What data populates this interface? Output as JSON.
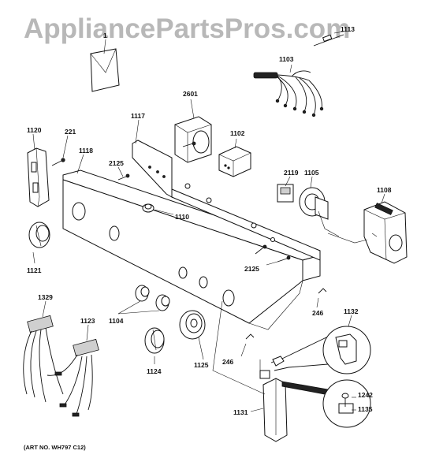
{
  "watermark": "AppliancePartsPros.com",
  "art_number": "(ART NO. WH797 C12)",
  "parts": [
    {
      "id": "p1",
      "label": "1"
    },
    {
      "id": "p1113",
      "label": "1113"
    },
    {
      "id": "p1103",
      "label": "1103"
    },
    {
      "id": "p2601",
      "label": "2601"
    },
    {
      "id": "p1117",
      "label": "1117"
    },
    {
      "id": "p1102",
      "label": "1102"
    },
    {
      "id": "p1120",
      "label": "1120"
    },
    {
      "id": "p221",
      "label": "221"
    },
    {
      "id": "p1118",
      "label": "1118"
    },
    {
      "id": "p2125a",
      "label": "2125"
    },
    {
      "id": "p2119",
      "label": "2119"
    },
    {
      "id": "p1105",
      "label": "1105"
    },
    {
      "id": "p1108",
      "label": "1108"
    },
    {
      "id": "p1110",
      "label": "1110"
    },
    {
      "id": "p2125b",
      "label": "2125"
    },
    {
      "id": "p1121",
      "label": "1121"
    },
    {
      "id": "p1329",
      "label": "1329"
    },
    {
      "id": "p1123",
      "label": "1123"
    },
    {
      "id": "p1104",
      "label": "1104"
    },
    {
      "id": "p246a",
      "label": "246"
    },
    {
      "id": "p1132",
      "label": "1132"
    },
    {
      "id": "p1124",
      "label": "1124"
    },
    {
      "id": "p1125",
      "label": "1125"
    },
    {
      "id": "p246b",
      "label": "246"
    },
    {
      "id": "p1242",
      "label": "1242"
    },
    {
      "id": "p1135",
      "label": "1135"
    },
    {
      "id": "p1131",
      "label": "1131"
    }
  ]
}
